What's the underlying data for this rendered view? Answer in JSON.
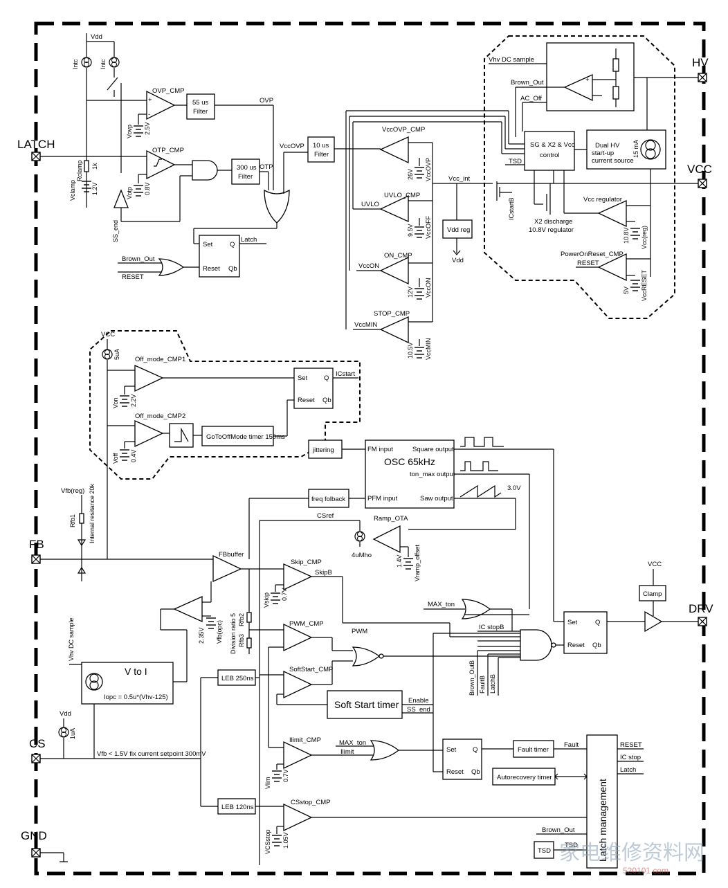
{
  "pins": {
    "latch": "LATCH",
    "fb": "FB",
    "cs": "CS",
    "gnd": "GND",
    "hv": "HV",
    "vcc": "VCC",
    "drv": "DRV"
  },
  "blocks": {
    "filter55": [
      "55 us",
      "Filter"
    ],
    "filter300": [
      "300 us",
      "Filter"
    ],
    "filter10": [
      "10 us",
      "Filter"
    ],
    "sg_control": [
      "SG & X2 & Vcc",
      "control"
    ],
    "dual_hv": [
      "Dual HV",
      "start-up",
      "current source"
    ],
    "vdd_reg": "Vdd reg",
    "set": "Set",
    "q": "Q",
    "reset": "Reset",
    "qb": "Qb",
    "jittering": "jittering",
    "freq_folback": "freq folback",
    "osc": "OSC 65kHz",
    "fm_input": "FM input",
    "pfm_input": "PFM input",
    "square_output": "Square output",
    "ton_max_output": "ton_max output",
    "saw_output": "Saw output",
    "gotooff_timer": "GoToOffMode timer 150ms",
    "v_to_i": "V to I",
    "iopc": "Iopc = 0.5u*(Vhv-125)",
    "leb250": "LEB 250ns",
    "leb120": "LEB 120ns",
    "soft_start_timer": "Soft Start timer",
    "fault_timer": "Fault timer",
    "autorecovery_timer": "Autorecovery timer",
    "latch_management": "Latch management",
    "clamp": "Clamp",
    "tsd": "TSD"
  },
  "comparators": {
    "ovp": "OVP_CMP",
    "otp": "OTP_CMP",
    "vccovp": "VccOVP_CMP",
    "uvlo": "UVLO_CMP",
    "on": "ON_CMP",
    "stop": "STOP_CMP",
    "offmode1": "Off_mode_CMP1",
    "offmode2": "Off_mode_CMP2",
    "ramp_ota": "Ramp_OTA",
    "fbbuffer": "FBbuffer",
    "skip": "Skip_CMP",
    "pwm": "PWM_CMP",
    "softstart": "SoftStart_CMP",
    "ilimit": "Ilimit_CMP",
    "csstop": "CSstop_CMP",
    "vcc_regulator": "Vcc regulator",
    "por": "PowerOnReset_CMP"
  },
  "signals": {
    "vdd": "Vdd",
    "intc": "Intc",
    "ovp": "OVP",
    "vccovp": "VccOVP",
    "otp": "OTP",
    "latch": "Latch",
    "brown_out": "Brown_Out",
    "reset": "RESET",
    "ss_end": "SS_end",
    "vhv_dc_sample": "Vhv DC sample",
    "ac_off": "AC_Off",
    "tsd": "TSD",
    "vcc_int": "Vcc_int",
    "icstartb": "ICstartB",
    "x2_discharge": "X2 discharge",
    "reg108": "10.8V regulator",
    "ma15": "15 mA",
    "uvlo": "UVLO",
    "vccon": "VccON",
    "vccmin": "VccMIN",
    "vcc_upper": "VCC",
    "ua5": "5uA",
    "icstart": "ICstart",
    "von": "Von",
    "voff": "Voff",
    "vfb_reg": "Vfb(reg)",
    "rfb1": "Rfb1",
    "internal_res": "Internal resitance 20k",
    "csref": "CSref",
    "umho": "4uMho",
    "vramp_offset": "Vramp_offset",
    "skipb": "SkipB",
    "vskip": "Vskip",
    "max_ton": "MAX_ton",
    "ic_stopb": "IC stopB",
    "pwm": "PWM",
    "enable": "Enable",
    "ss_end2": "SS_end",
    "brown_outb": "Brown_OutB",
    "faultb": "FaultB",
    "latchb": "LatchB",
    "rfb2": "Rfb2",
    "rfb3": "Rfb3",
    "division_ratio": "Division ratio 5",
    "vfb_opc": "Vfb(opc)",
    "vhv_dc_sample2": "Vhv DC sample",
    "ua1": "1uA",
    "vfb_fix": "Vfb < 1.5V fix current setpoint 300mV",
    "max_ton2": "MAX_ton",
    "ilimit": "Ilimit",
    "vlim": "Vlim",
    "vcsstop": "VCSstop",
    "fault": "Fault",
    "ic_stop": "IC stop",
    "latch2": "Latch",
    "reset2": "RESET",
    "brown_out2": "Brown_Out",
    "tsd2": "TSD",
    "vcc_reg": "Vcc(reg)",
    "vccreset": "VccRESET",
    "vccovp_sig": "VccOVP",
    "vccoff": "VccOFF",
    "vccon_sig": "VccON",
    "vccmin_sig": "VccMIN",
    "vovp": "Vovp",
    "votp": "Votp",
    "vclamp": "Vclamp",
    "rclamp": "Rclamp",
    "k1": "1k",
    "saw3": "3.0V"
  },
  "voltages": {
    "v25": "2.5V",
    "v08": "0.8V",
    "v12": "1.2V",
    "v26": "26V",
    "v95": "9.5V",
    "v12b": "12V",
    "v105": "10.5V",
    "v108": "10.8V",
    "v5": "5V",
    "v22": "2.2V",
    "v04": "0.4V",
    "v14": "1.4V",
    "v07": "0.7V",
    "v235": "2.35V",
    "v07b": "0.7V",
    "v105b": "1.05V"
  },
  "watermark": {
    "text": "家电维修资料网",
    "url": "520101.com"
  }
}
